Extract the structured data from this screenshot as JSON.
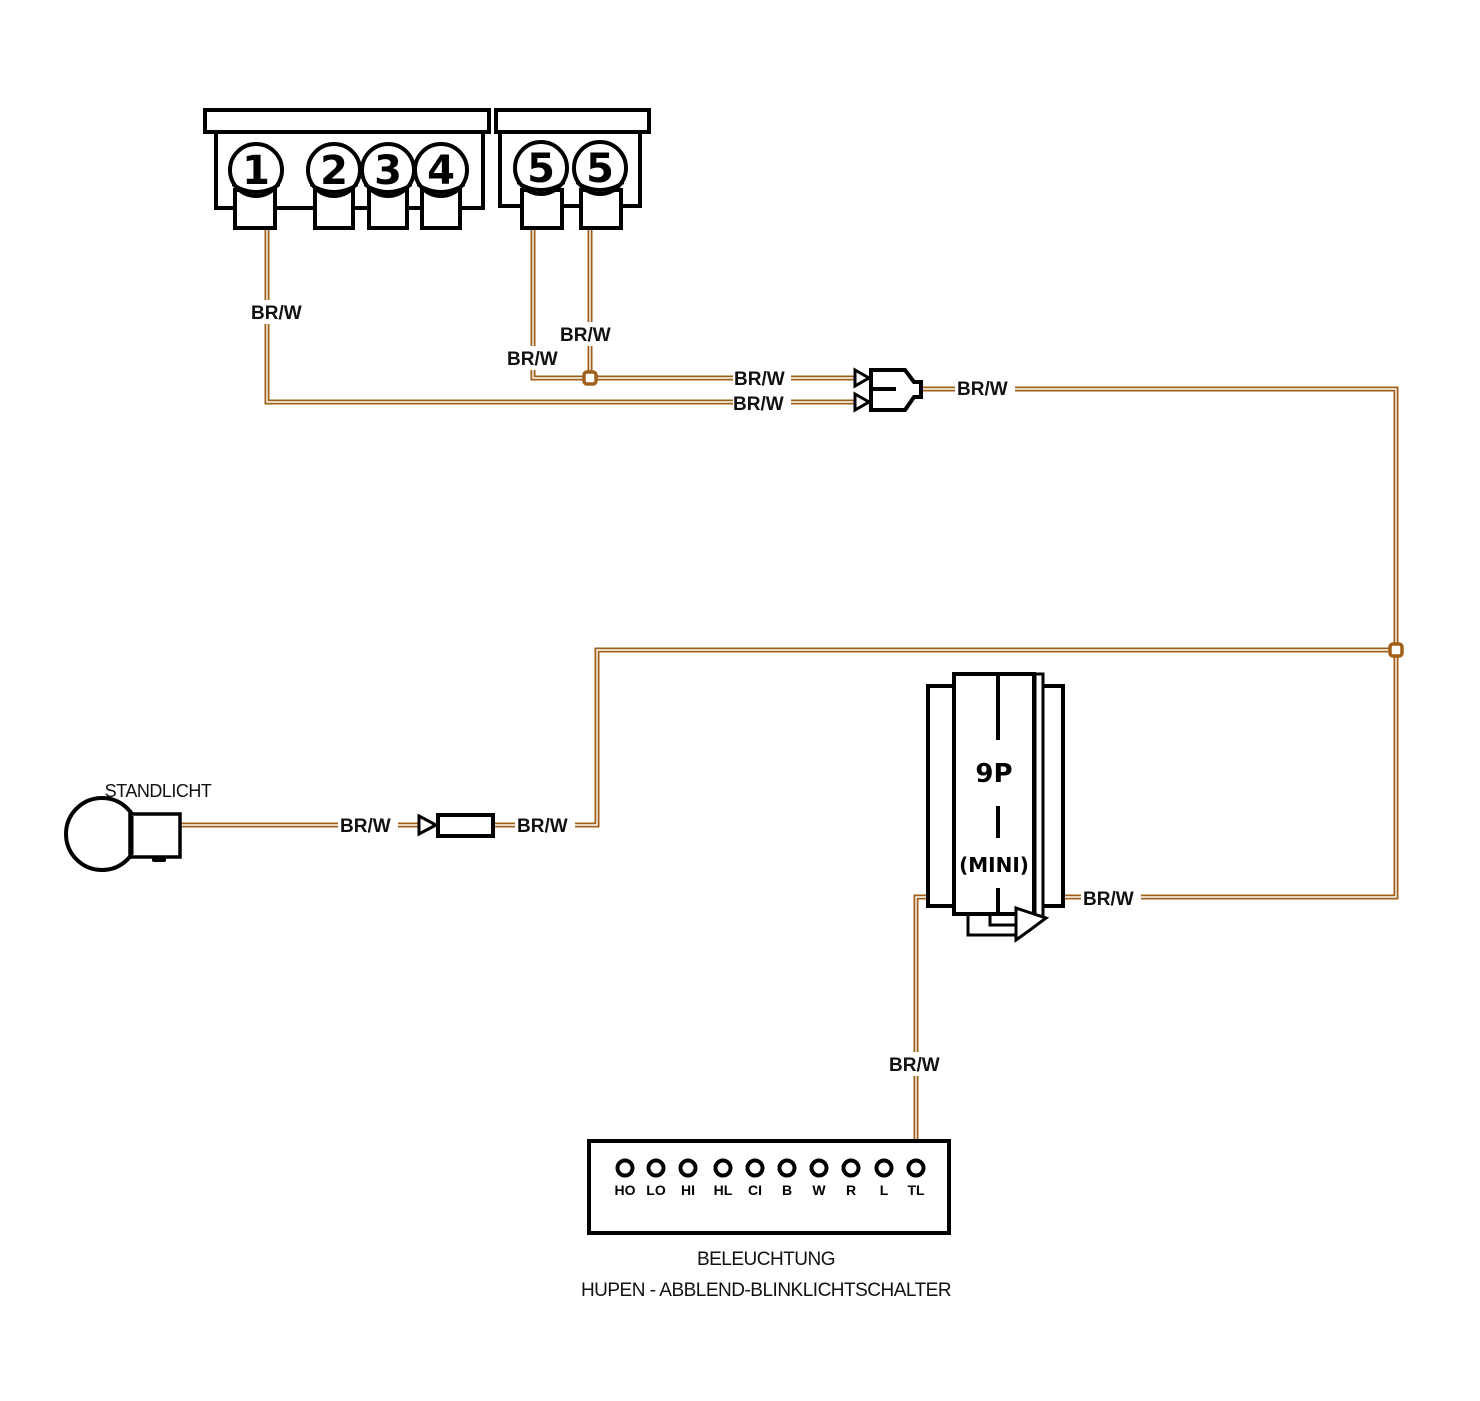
{
  "diagram": {
    "wire_color": "#a0601a",
    "wire_code": "BR/W",
    "top_connector_left": {
      "terminals": [
        "1",
        "2",
        "3",
        "4"
      ]
    },
    "top_connector_right": {
      "terminals": [
        "5",
        "5"
      ]
    },
    "wire_labels": {
      "term1_drop": "BR/W",
      "term5a_drop": "BR/W",
      "term5b_drop": "BR/W",
      "bus_upper": "BR/W",
      "bus_lower": "BR/W",
      "after_plug": "BR/W",
      "standlicht_left": "BR/W",
      "standlicht_right": "BR/W",
      "mini_right": "BR/W",
      "switch_drop": "BR/W"
    },
    "standlicht": {
      "label": "STANDLICHT"
    },
    "mini_connector": {
      "title": "9P",
      "subtitle": "(MINI)"
    },
    "switch": {
      "pins": [
        "HO",
        "LO",
        "HI",
        "HL",
        "CI",
        "B",
        "W",
        "R",
        "L",
        "TL"
      ],
      "caption_line1": "BELEUCHTUNG",
      "caption_line2": "HUPEN - ABBLEND-BLINKLICHTSCHALTER"
    }
  }
}
